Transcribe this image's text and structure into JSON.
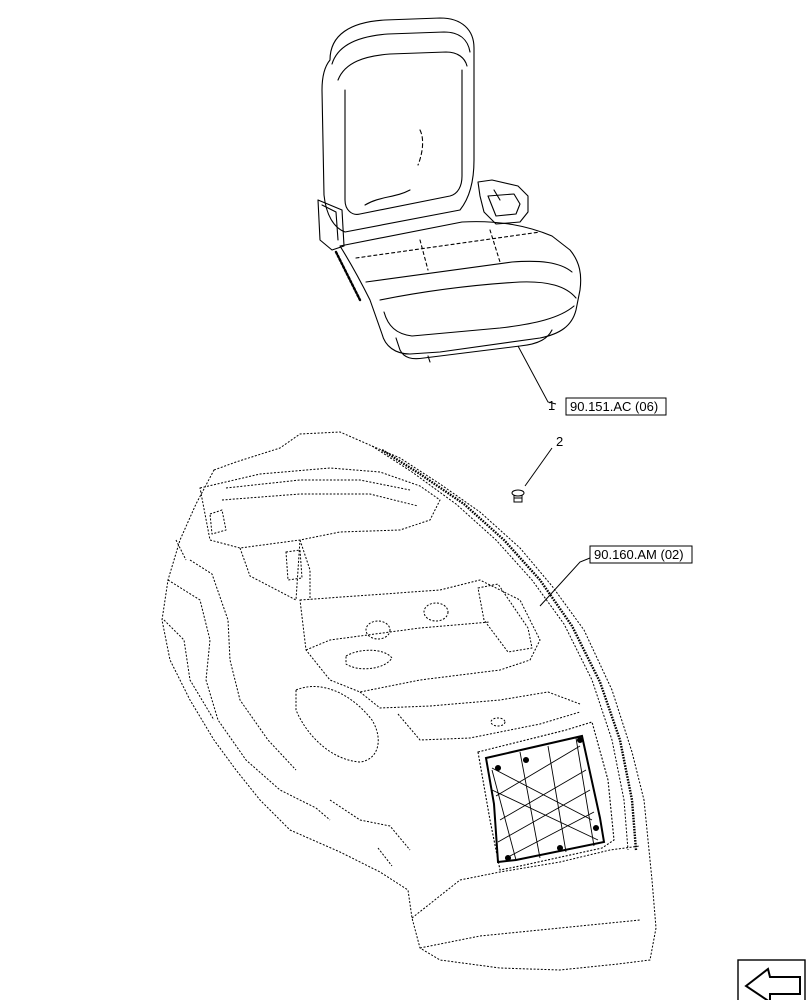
{
  "callouts": [
    {
      "item": "1",
      "reference": "90.151.AC (06)"
    },
    {
      "item": "2"
    },
    {
      "reference": "90.160.AM (02)"
    }
  ],
  "icons": {
    "seat": "seat-icon",
    "screw": "screw-icon",
    "cover": "seat-base-cover-icon",
    "nav": "previous-page-arrow-icon"
  },
  "colors": {
    "line": "#000000",
    "background": "#ffffff"
  }
}
